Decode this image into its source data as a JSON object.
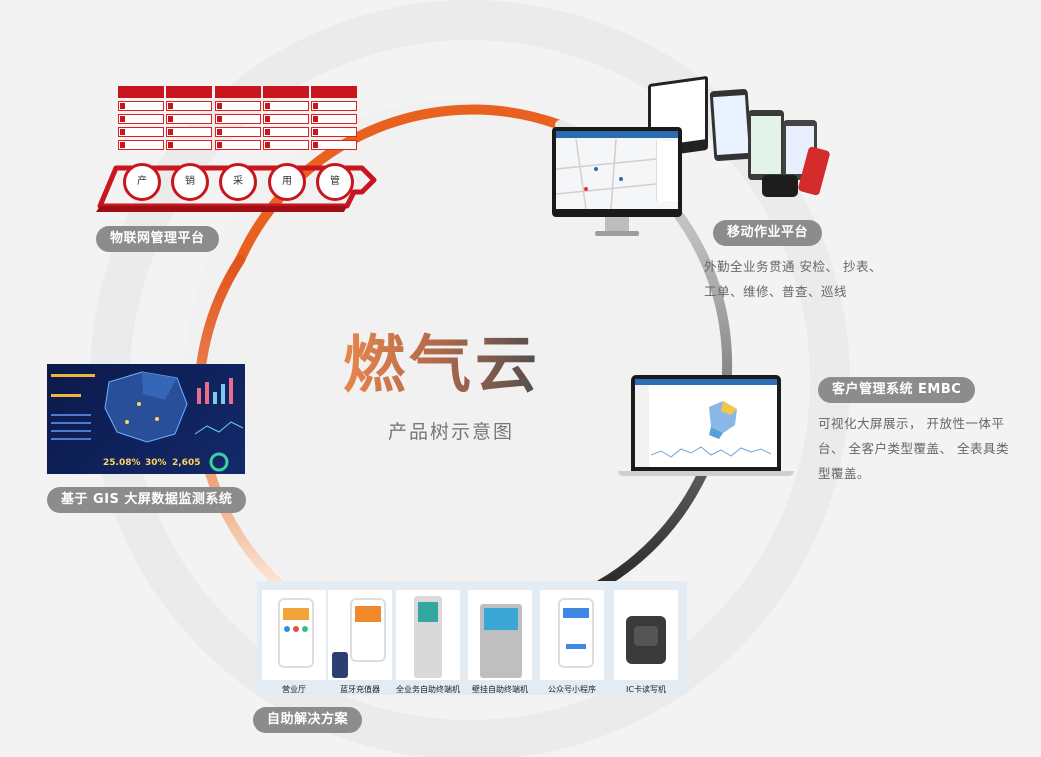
{
  "center": {
    "title": "燃气云",
    "subtitle": "产品树示意图"
  },
  "iot": {
    "label": "物联网管理平台",
    "headers": [
      "",
      "",
      "",
      "",
      ""
    ],
    "steps": [
      "产",
      "销",
      "采",
      "用",
      "管"
    ]
  },
  "mobile": {
    "label": "移动作业平台",
    "desc_line1": "外勤全业务贯通 安检、 抄表、",
    "desc_line2": "工单、维修、普查、巡线"
  },
  "crm": {
    "label": "客户管理系统 EMBC",
    "desc_line1": "可视化大屏展示， 开放性一体平",
    "desc_line2": "台、 全客户类型覆盖、 全表具类",
    "desc_line3": "型覆盖。"
  },
  "gis": {
    "label": "基于 GIS 大屏数据监测系统",
    "big_numbers": [
      "25.08%",
      "30%",
      "2,605"
    ]
  },
  "selfservice": {
    "label": "自助解决方案",
    "items": [
      "营业厅",
      "蓝牙充值器",
      "全业务自助终端机",
      "壁挂自助终端机",
      "公众号小程序",
      "IC卡读写机"
    ]
  },
  "colors": {
    "ring_orange": "#e8611f",
    "ring_dark": "#333333",
    "pill": "#8c8c8c",
    "iot_red": "#c9151e"
  }
}
